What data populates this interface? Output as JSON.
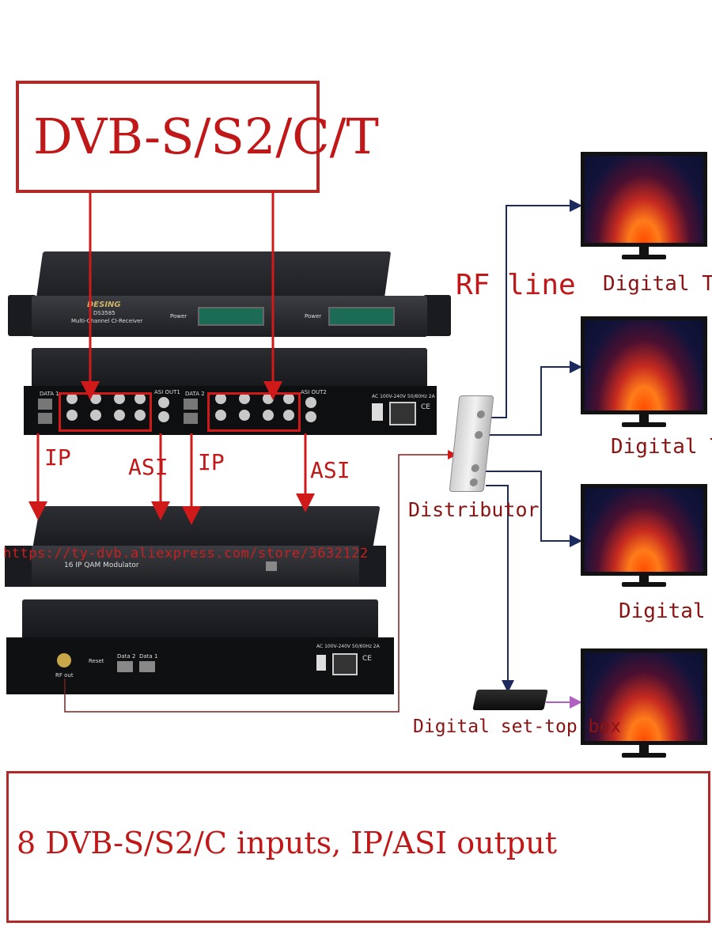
{
  "title_box": {
    "text": "DVB-S/S2/C/T"
  },
  "bottom_box": {
    "text": "8 DVB-S/S2/C inputs, IP/ASI output"
  },
  "receiver": {
    "brand": "DESING",
    "model": "DS3585",
    "subtitle": "Multi-Channel CI-Receiver",
    "power_label": "Power"
  },
  "rear_panel": {
    "data1": "DATA 1",
    "data2": "DATA 2",
    "asi_out1": "ASI OUT1",
    "asi_out2": "ASI OUT2",
    "ac_label": "AC 100V-240V 50/60Hz 2A",
    "ce_mark": "CE"
  },
  "modulator": {
    "front_label": "16 IP QAM Modulator",
    "url": "https://ty-dvb.aliexpress.com/store/3632122",
    "rear_data2": "Data 2",
    "rear_data1": "Data 1",
    "rear_reset": "Reset",
    "rear_rf": "RF out",
    "rear_ac": "AC 100V-240V 50/60Hz 2A",
    "rear_ce": "CE"
  },
  "labels": {
    "ip_left": "IP",
    "asi_left": "ASI",
    "ip_mid": "IP",
    "asi_right": "ASI",
    "rf_line": "RF line",
    "distributor": "Distributor",
    "tv1": "Digital TV",
    "tv2": "Digital TV",
    "tv3": "Digital TV",
    "stb": "Digital set-top box"
  },
  "colors": {
    "red": "#c01818",
    "navy_line": "#1c2a5e",
    "purple_arrow": "#b060c0",
    "dark_red_line": "#7a2020"
  }
}
